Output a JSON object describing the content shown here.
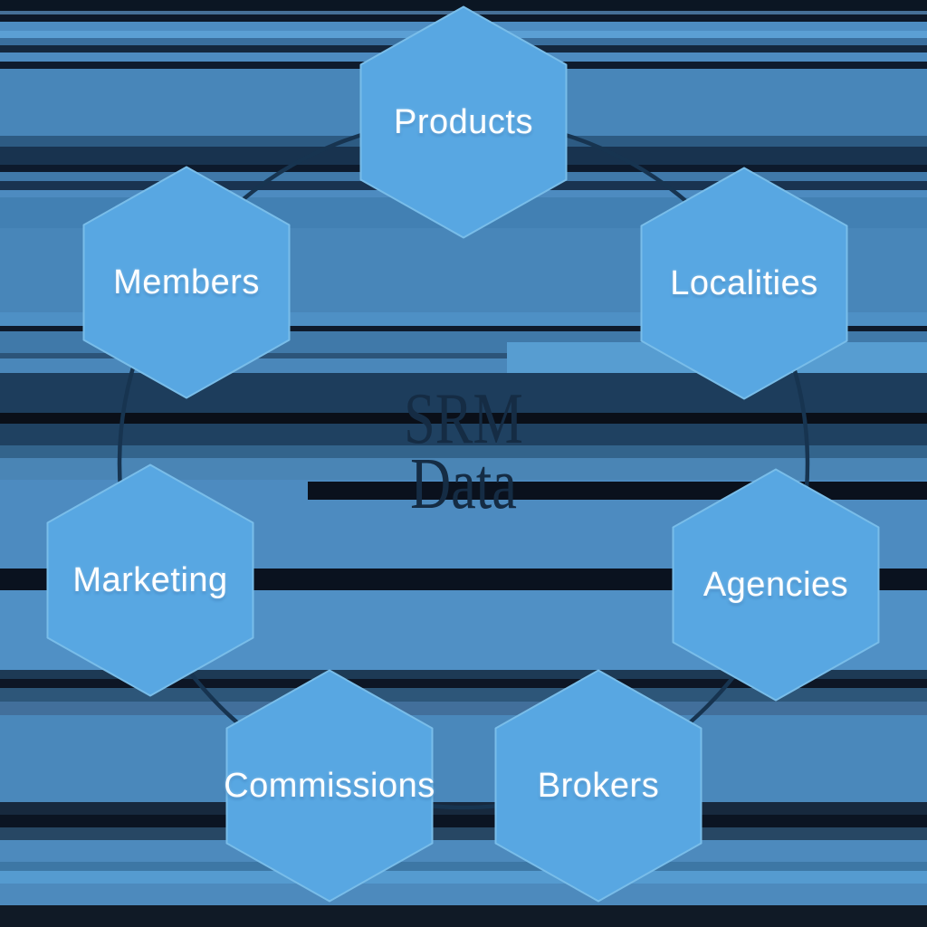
{
  "diagram": {
    "center_title": {
      "line1": "SRM",
      "line2": "Data"
    },
    "nodes": [
      {
        "id": "products",
        "label": "Products"
      },
      {
        "id": "localities",
        "label": "Localities"
      },
      {
        "id": "agencies",
        "label": "Agencies"
      },
      {
        "id": "brokers",
        "label": "Brokers"
      },
      {
        "id": "commissions",
        "label": "Commissions"
      },
      {
        "id": "marketing",
        "label": "Marketing"
      },
      {
        "id": "members",
        "label": "Members"
      }
    ],
    "colors": {
      "hexagon_fill": "#58a7e2",
      "hexagon_edge": "#79bde9",
      "node_label": "#ffffff",
      "circle_stroke": "#173450",
      "center_title": "#152c44",
      "background_base": "#4a87ba"
    }
  }
}
